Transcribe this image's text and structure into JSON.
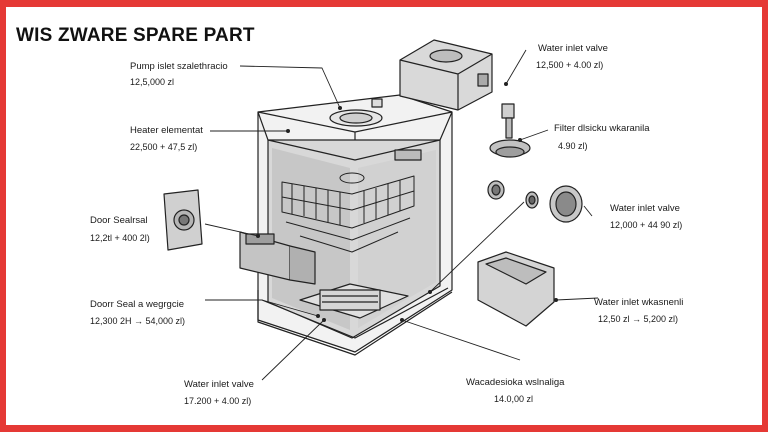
{
  "title": "WIS ZWARE SPARE PART",
  "colors": {
    "border": "#e53935",
    "line": "#222222",
    "metal": "#cfcfcf"
  },
  "callouts": [
    {
      "name": "Pump islet szalethracio",
      "price": "12,5,000 zl"
    },
    {
      "name": "Heater elementat",
      "price": "22,500 + 47,5 zl)"
    },
    {
      "name": "Door Sealrsal",
      "price": "12,2tl + 400 2l)"
    },
    {
      "name": "Doorr Seal a wegrgcie",
      "price": "12,300 2H → 54,000 zl)"
    },
    {
      "name": "Water inlet valve",
      "price": "17.200 + 4.00 zl)"
    },
    {
      "name": "Wacadesioka wslnaliga",
      "price": "14.0,00 zl"
    },
    {
      "name": "Water inlet valve",
      "price": "12,500 + 4.00 zl)"
    },
    {
      "name": "Filter dlsicku wkaranila",
      "price": "4.90 zl)"
    },
    {
      "name": "Water inlet valve",
      "price": "12,000 + 44 90 zl)"
    },
    {
      "name": "Water inlet wkasnenli",
      "price": "12,50 zl → 5,200 zl)"
    }
  ]
}
